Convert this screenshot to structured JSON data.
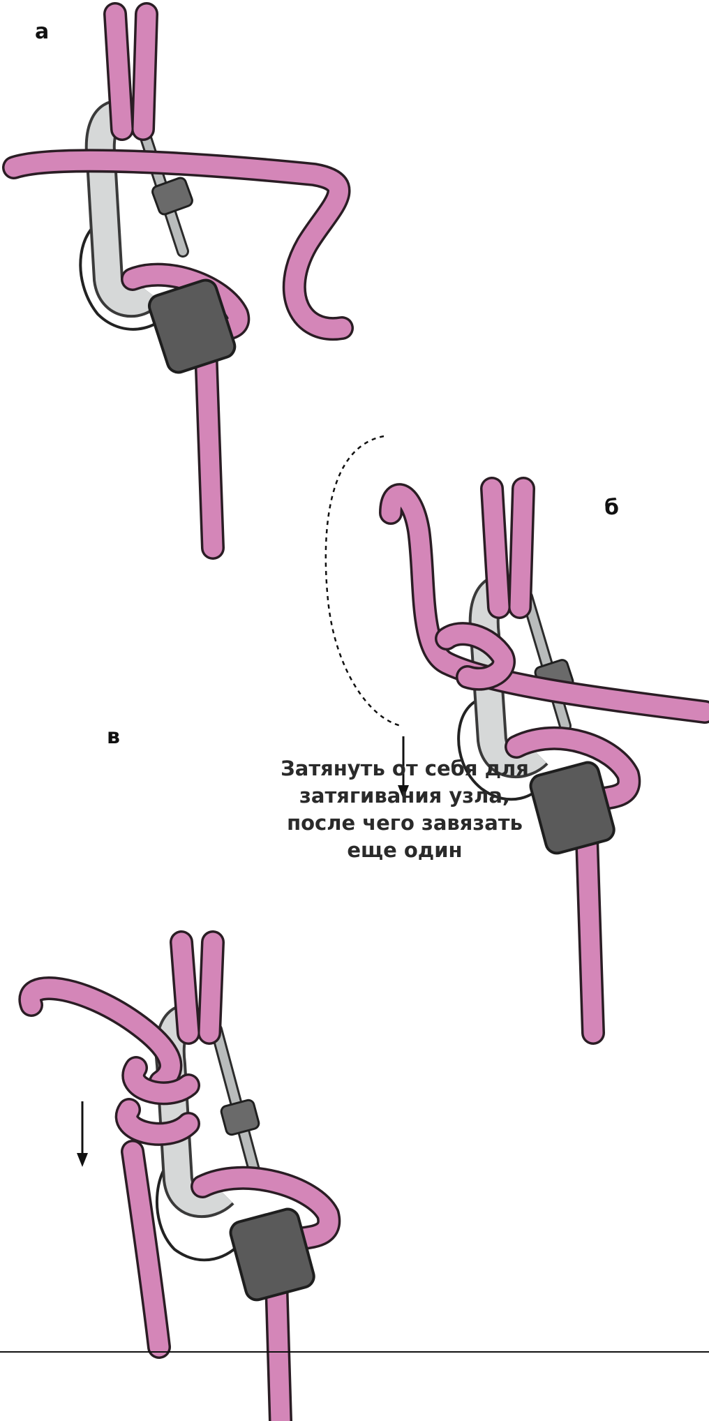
{
  "panels": {
    "a": {
      "label": "а"
    },
    "b": {
      "label": "б"
    },
    "v": {
      "label": "в"
    }
  },
  "caption": {
    "lines": [
      "Затянуть от себя для",
      "затягивания узла,",
      "после чего завязать",
      "еще один"
    ]
  },
  "colors": {
    "rope": "#d486b8",
    "rope_outline": "#2a1d24",
    "carabiner": "#d6d8d8",
    "sleeve": "#5a5a5a",
    "background": "#ffffff"
  }
}
